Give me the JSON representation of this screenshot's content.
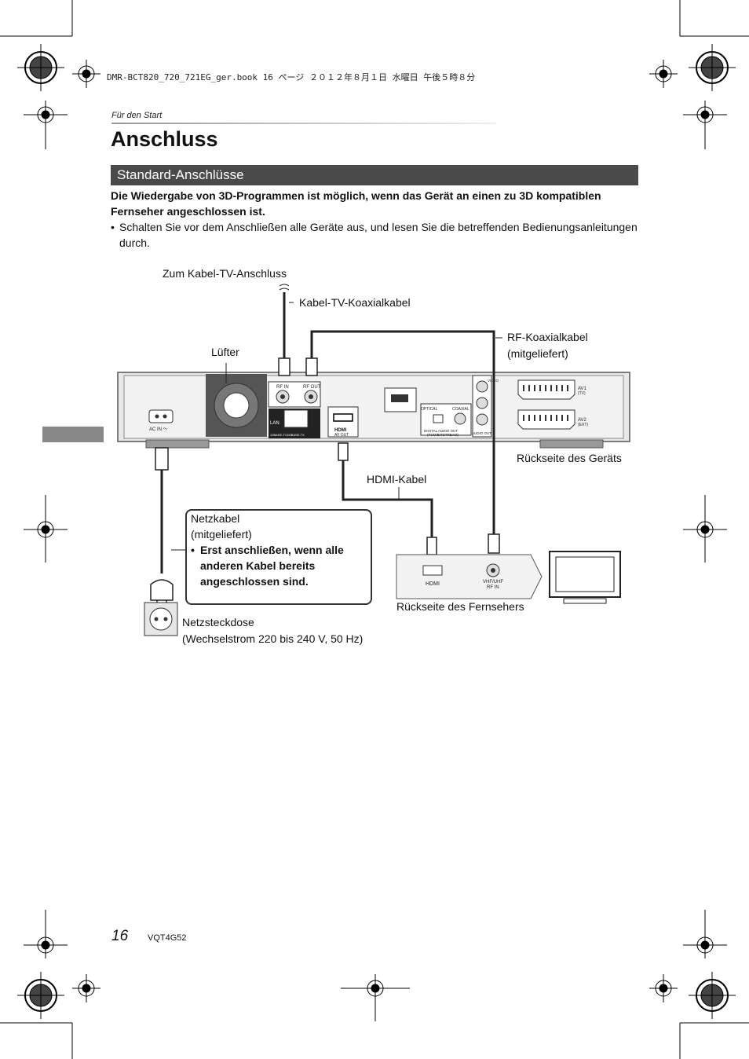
{
  "header": {
    "book_info": "DMR-BCT820_720_721EG_ger.book  16 ページ  ２０１２年８月１日  水曜日  午後５時８分",
    "section_label": "Für den Start"
  },
  "page": {
    "title": "Anschluss",
    "subheading": "Standard-Anschlüsse",
    "intro": "Die Wiedergabe von 3D-Programmen ist möglich, wenn das Gerät an einen zu 3D kompatiblen Fernseher angeschlossen ist.",
    "bullet_symbol": "•",
    "bullet": "Schalten Sie vor dem Anschließen alle Geräte aus, und lesen Sie die betreffenden Bedienungsanleitungen durch."
  },
  "diagram": {
    "labels": {
      "cable_tv_jack": "Zum Kabel-TV-Anschluss",
      "coax_cable": "Kabel-TV-Koaxialkabel",
      "rf_coax_line1": "RF-Koaxialkabel",
      "rf_coax_line2": "(mitgeliefert)",
      "fan": "Lüfter",
      "rear_of_unit": "Rückseite des Geräts",
      "hdmi_cable": "HDMI-Kabel",
      "rear_of_tv": "Rückseite des Fernsehers",
      "outlet_line1": "Netzsteckdose",
      "outlet_line2": "(Wechselstrom 220 bis 240 V, 50  Hz)"
    },
    "note": {
      "line1": "Netzkabel",
      "line2": "(mitgeliefert)",
      "bullet": "Erst anschließen, wenn alle anderen Kabel bereits angeschlossen sind."
    },
    "device_panel": {
      "ac_in": "AC IN ～",
      "rf_in": "RF IN",
      "rf_out": "RF OUT",
      "lan": "LAN",
      "lan_spec": "10BASE-T/100BASE-TX",
      "hdmi_logo": "HDMI",
      "av_out": "AV OUT",
      "optical": "OPTICAL",
      "coaxial": "COAXIAL",
      "digital_audio_out": "DIGITAL AUDIO OUT",
      "pcm_bitstream": "(PCM/BITSTREAM)",
      "video": "VIDEO",
      "audio_out": "AUDIO OUT",
      "av1": "AV1",
      "av1_sub": "(TV)",
      "av2": "AV2",
      "av2_sub": "(EXT)"
    },
    "tv_panel": {
      "hdmi": "HDMI",
      "vhf_uhf": "VHF/UHF",
      "rf_in": "RF IN"
    }
  },
  "footer": {
    "page_number": "16",
    "doc_code": "VQT4G52"
  },
  "colors": {
    "subhead_bg": "#4a4a4a",
    "side_tab": "#888888",
    "cable": "#222222"
  }
}
